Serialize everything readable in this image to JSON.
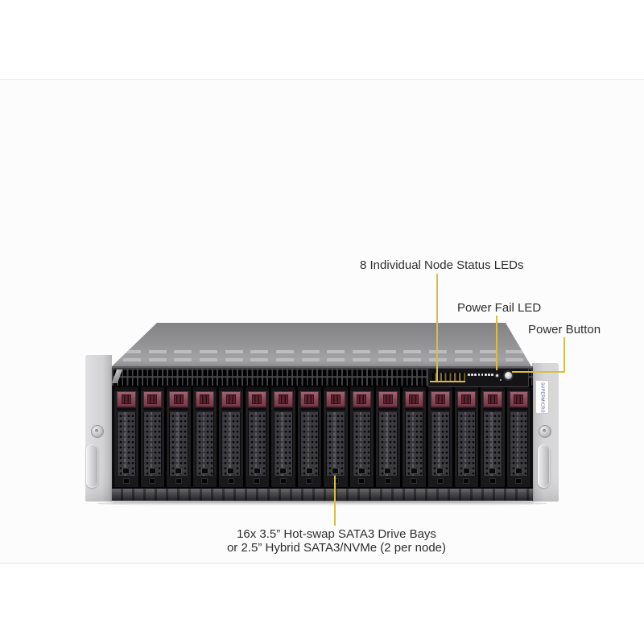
{
  "annotations": {
    "node_leds_label": "8 Individual  Node Status  LEDs",
    "power_fail_label": "Power Fail LED",
    "power_button_label": "Power Button",
    "drive_bays_line1": "16x 3.5” Hot-swap  SATA3 Drive Bays",
    "drive_bays_line2": "or  2.5” Hybrid  SATA3/NVMe (2 per node)",
    "leader_color": "#d9bd45",
    "text_color": "#2e2e2e"
  },
  "chassis": {
    "badge_text": "SUPERMICRO",
    "drive_bay_count": 16,
    "node_led_count": 8,
    "top_vent_group_count": 16,
    "colors": {
      "drive_latch": "#8c4b59",
      "chassis_top": "#919194",
      "front_face": "#121214",
      "rack_ear": "#d6d6d8",
      "bottom_rail": "#4b4b4f"
    }
  }
}
